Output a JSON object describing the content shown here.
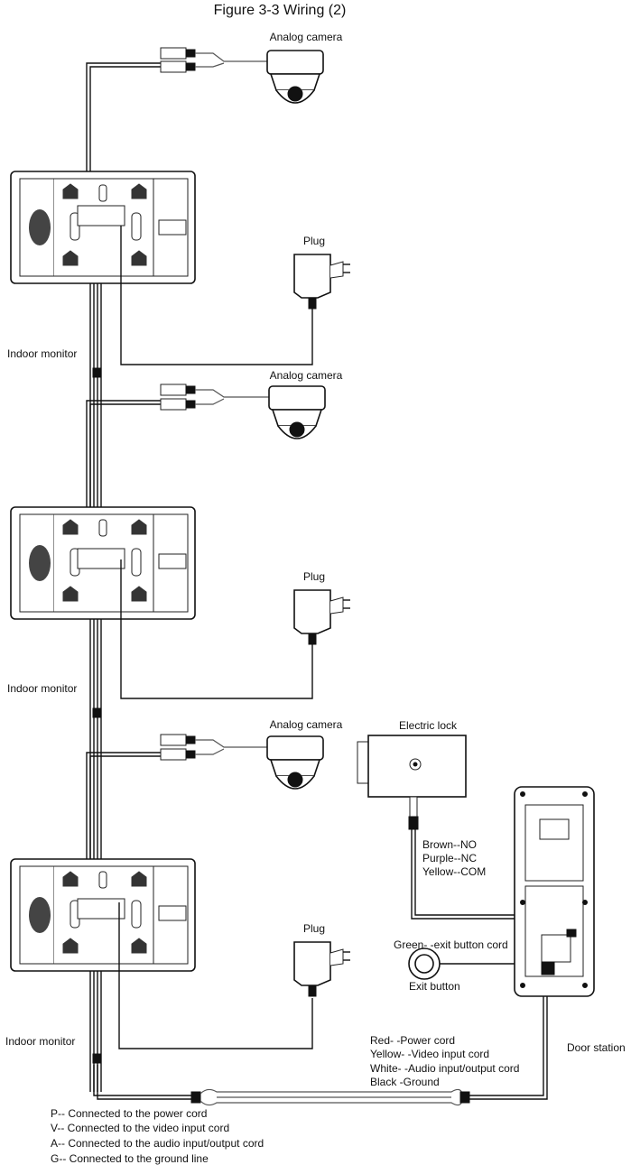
{
  "title": "Figure 3-3 Wiring (2)",
  "labels": {
    "analog_camera": "Analog camera",
    "plug": "Plug",
    "indoor_monitor": "Indoor monitor",
    "electric_lock": "Electric lock",
    "exit_button": "Exit button",
    "door_station": "Door station"
  },
  "lock_wires": [
    "Brown--NO",
    "Purple--NC",
    "Yellow--COM"
  ],
  "exit_button_cord": "Green- -exit button cord",
  "door_cords": [
    "Red- -Power cord",
    "Yellow- -Video input cord",
    "White- -Audio input/output cord",
    "Black -Ground"
  ],
  "legend": [
    "P-- Connected to the power cord",
    "V-- Connected to the video input cord",
    "A-- Connected to the audio input/output cord",
    "G-- Connected to the ground line"
  ]
}
